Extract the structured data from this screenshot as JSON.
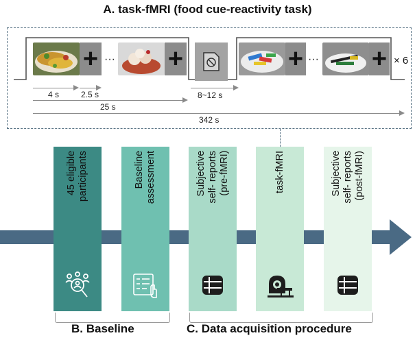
{
  "section_a": {
    "title": "A. task-fMRI (food cue-reactivity task)",
    "plus_symbol": "+",
    "ellipsis": "···",
    "repeat_label": "× 6",
    "timing": {
      "cue": "4 s",
      "fixation": "2.5 s",
      "rest": "8~12 s",
      "block": "25 s",
      "total": "342 s"
    }
  },
  "flow": {
    "columns": [
      {
        "label": "45 eligible\nparticipants",
        "color": "#3c8a84",
        "icon": "participants-search-icon"
      },
      {
        "label": "Baseline\nassessment",
        "color": "#6fc0b0",
        "icon": "checklist-hand-icon"
      },
      {
        "label": "Subjective\nself- reports\n(pre-fMRI)",
        "color": "#a9dac8",
        "icon": "questionnaire-icon"
      },
      {
        "label": "task-fMRI",
        "color": "#c8e9d6",
        "icon": "mri-scanner-icon"
      },
      {
        "label": "Subjective\nself- reports\n(post-fMRI)",
        "color": "#e6f5ea",
        "icon": "questionnaire-icon"
      }
    ],
    "arrow_color": "#4a6a84"
  },
  "section_b": {
    "label": "B. Baseline"
  },
  "section_c": {
    "label": "C. Data acquisition procedure"
  }
}
